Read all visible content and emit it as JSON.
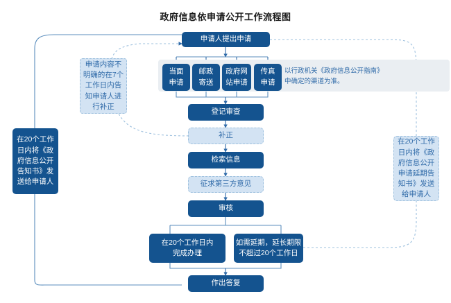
{
  "page": {
    "title": "政府信息依申请公开工作流程图",
    "accent_dark": "#14538f",
    "accent_light": "#d3e3f3",
    "accent_light_text": "#2f6aa8",
    "panel_grey": "#eaeef2",
    "line_color": "#5b8ebd"
  },
  "flow": {
    "start": {
      "label": "申请人提出申请",
      "style": "solid"
    },
    "channels": [
      {
        "label": "当面\n申请",
        "style": "solid"
      },
      {
        "label": "邮政\n寄送",
        "style": "solid"
      },
      {
        "label": "政府网\n站申请",
        "style": "solid"
      },
      {
        "label": "传真\n申请",
        "style": "solid"
      }
    ],
    "channel_note": "以行政机关《政府信息公开指南》\n中确定的渠道为准。",
    "steps": [
      {
        "label": "登记审查",
        "style": "solid"
      },
      {
        "label": "补正",
        "style": "dash"
      },
      {
        "label": "检索信息",
        "style": "solid"
      },
      {
        "label": "征求第三方意见",
        "style": "dash"
      },
      {
        "label": "审核",
        "style": "solid"
      }
    ],
    "branches": [
      {
        "label": "在20个工作日内\n完成办理",
        "style": "solid"
      },
      {
        "label": "如需延期，延长期限\n不超过20个工作日",
        "style": "solid"
      }
    ],
    "end": {
      "label": "作出答复",
      "style": "solid"
    }
  },
  "side_notes": {
    "left_correction": "申请内容不\n明确的在7个\n工作日内告\n知申请人进\n行补正",
    "left_deadline": "在20个工作\n日内将《政\n府信息公开\n告知书》发\n送给申请人",
    "right_extension": "在20个工作\n日内将《政\n府信息公开\n申请延期告\n知书》发送\n给申请人"
  }
}
